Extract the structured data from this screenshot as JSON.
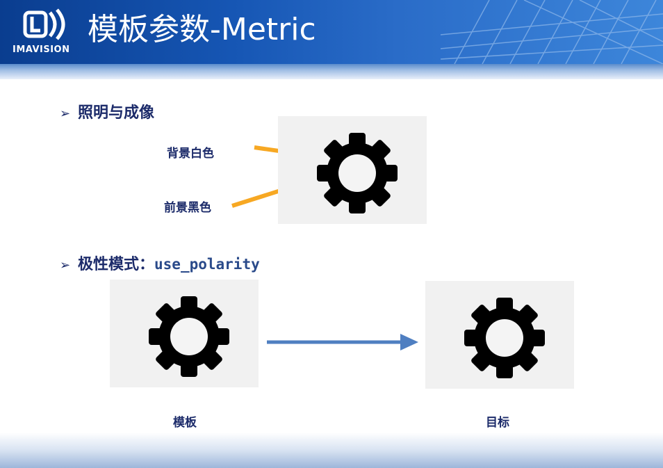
{
  "header": {
    "logo_text": "IMAVISION",
    "title": "模板参数-Metric"
  },
  "section1": {
    "bullet_mark": "➢",
    "title": "照明与成像",
    "background_label": "背景白色",
    "foreground_label": "前景黑色"
  },
  "section2": {
    "bullet_mark": "➢",
    "title": "极性模式：",
    "code": "use_polarity"
  },
  "captions": {
    "template": "模板",
    "target": "目标"
  },
  "colors": {
    "header_blue": "#1656b4",
    "arrow_orange": "#f7a823",
    "arrow_blue": "#4f7fc1",
    "text_dark_blue": "#1c2b6a"
  },
  "icons": {
    "gear": "gear-icon",
    "logo": "imavision-logo",
    "arrow": "arrow-right-icon"
  }
}
